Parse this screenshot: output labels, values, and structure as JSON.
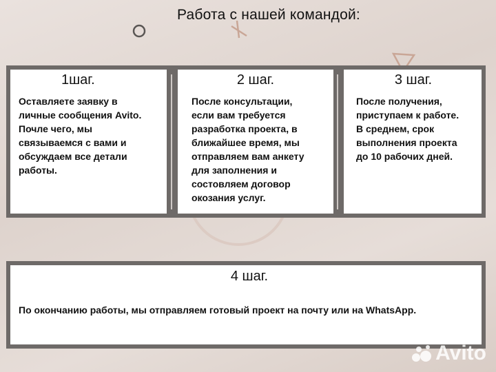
{
  "title": "Работа с нашей командой:",
  "steps": [
    {
      "heading": "1шаг.",
      "text": "Оставляете заявку в\nличные сообщения Avito.\nПочле чего, мы\nсвязываемся с вами и\nобсуждаем все детали\nработы."
    },
    {
      "heading": "2 шаг.",
      "text": "После консультации,\nесли вам требуется\nразработка проекта, в\nближайшее время, мы\nотправляем вам анкету\nдля заполнения и\nсостовляем договор\nокозания услуг."
    },
    {
      "heading": "3 шаг.",
      "text": "После получения,\nприступаем к работе.\nВ среднем, срок\nвыполнения проекта\nдо 10 рабочих дней."
    },
    {
      "heading": "4 шаг.",
      "text": "По окончанию работы, мы отправляем готовый проект на почту или на WhatsApp."
    }
  ],
  "watermark": "Avito",
  "colors": {
    "frame": "#6e6a68",
    "card": "#ffffff",
    "decoration": "#c9a696"
  }
}
